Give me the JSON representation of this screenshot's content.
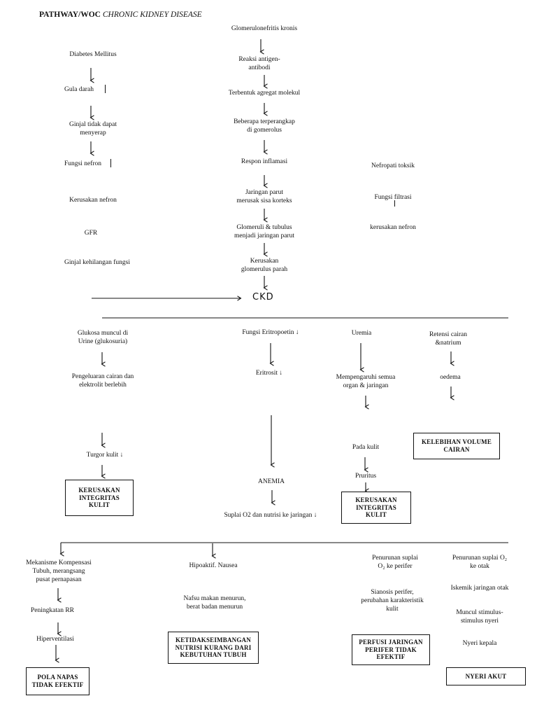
{
  "title": {
    "bold": "PATHWAY/WOC",
    "italic": "CHRONIC KIDNEY DISEASE"
  },
  "left_chain": {
    "dm": "Diabetes Mellitus",
    "gula": "Gula darah",
    "ginjal_serap": "Ginjal tidak dapat\nmenyerap",
    "fungsi_nefron": "Fungsi nefron",
    "kerusakan_nefron": "Kerusakan nefron",
    "gfr": "GFR",
    "ginjal_fungsi": "Ginjal kehilangan fungsi"
  },
  "center_chain": {
    "gn": "Glomerulonefritis kronis",
    "reaksi": "Reaksi antigen-\nantibodi",
    "agregat": "Terbentuk agregat molekul",
    "terperangkap": "Beberapa terperangkap\ndi gomerolus",
    "respon": "Respon inflamasi",
    "jaringan_parut": "Jaringan parut\nmerusak sisa korteks",
    "glomeruli": "Glomeruli & tubulus\nmenjadi jaringan parut",
    "kerusakan_glom": "Kerusakan\nglomerulus parah",
    "ckd": "CKD"
  },
  "right_chain": {
    "nefropati": "Nefropati toksik",
    "filtrasi": "Fungsi filtrasi",
    "kerusakan_nefron": "kerusakan nefron"
  },
  "branch1": {
    "glukosa": "Glukosa muncul di\nUrine (glukosuria)",
    "pengeluaran": "Pengeluaran cairan dan\nelektrolit berlebih",
    "turgor": "Turgor kulit ↓",
    "dx": "KERUSAKAN\nINTEGRITAS\nKULIT"
  },
  "branch2": {
    "eritropoetin": "Fungsi Eritropoetin ↓",
    "eritrosit": "Eritrosit ↓",
    "anemia": "ANEMIA",
    "suplai": "Suplai O2 dan nutrisi ke jaringan ↓"
  },
  "branch3": {
    "uremia": "Uremia",
    "mempengaruhi": "Mempengaruhi semua\norgan & jaringan",
    "pada_kulit": "Pada kulit",
    "pruritus": "Pruritus",
    "dx": "KERUSAKAN\nINTEGRITAS\nKULIT"
  },
  "branch4": {
    "retensi": "Retensi cairan\n&natrium",
    "oedema": "oedema",
    "dx": "KELEBIHAN VOLUME\nCAIRAN"
  },
  "bottom1": {
    "mekanisme": "Mekanisme Kompensasi\nTubuh, merangsang\npusat pernapasan",
    "rr": "Peningkatan RR",
    "hiper": "Hiperventilasi",
    "dx": "POLA NAPAS\nTIDAK EFEKTIF"
  },
  "bottom2": {
    "hipoaktif": "Hipoaktif. Nausea",
    "nafsu": "Nafsu makan menurun,\nberat badan menurun",
    "dx": "KETIDAKSEIMBANGAN\nNUTRISI KURANG DARI\nKEBUTUHAN TUBUH"
  },
  "bottom3": {
    "penurunan": "Penurunan suplai\nO₂ ke perifer",
    "sianosis": "Sianosis perifer,\nperubahan karakteristik\nkulit",
    "dx": "PERFUSI JARINGAN\nPERIFER TIDAK\nEFEKTIF"
  },
  "bottom4": {
    "penurunan": "Penurunan suplai O₂\nke otak",
    "iskemik": "Iskemik jaringan otak",
    "stimulus": "Muncul stimulus-\nstimulus nyeri",
    "nyeri": "Nyeri kepala",
    "dx": "NYERI AKUT"
  }
}
